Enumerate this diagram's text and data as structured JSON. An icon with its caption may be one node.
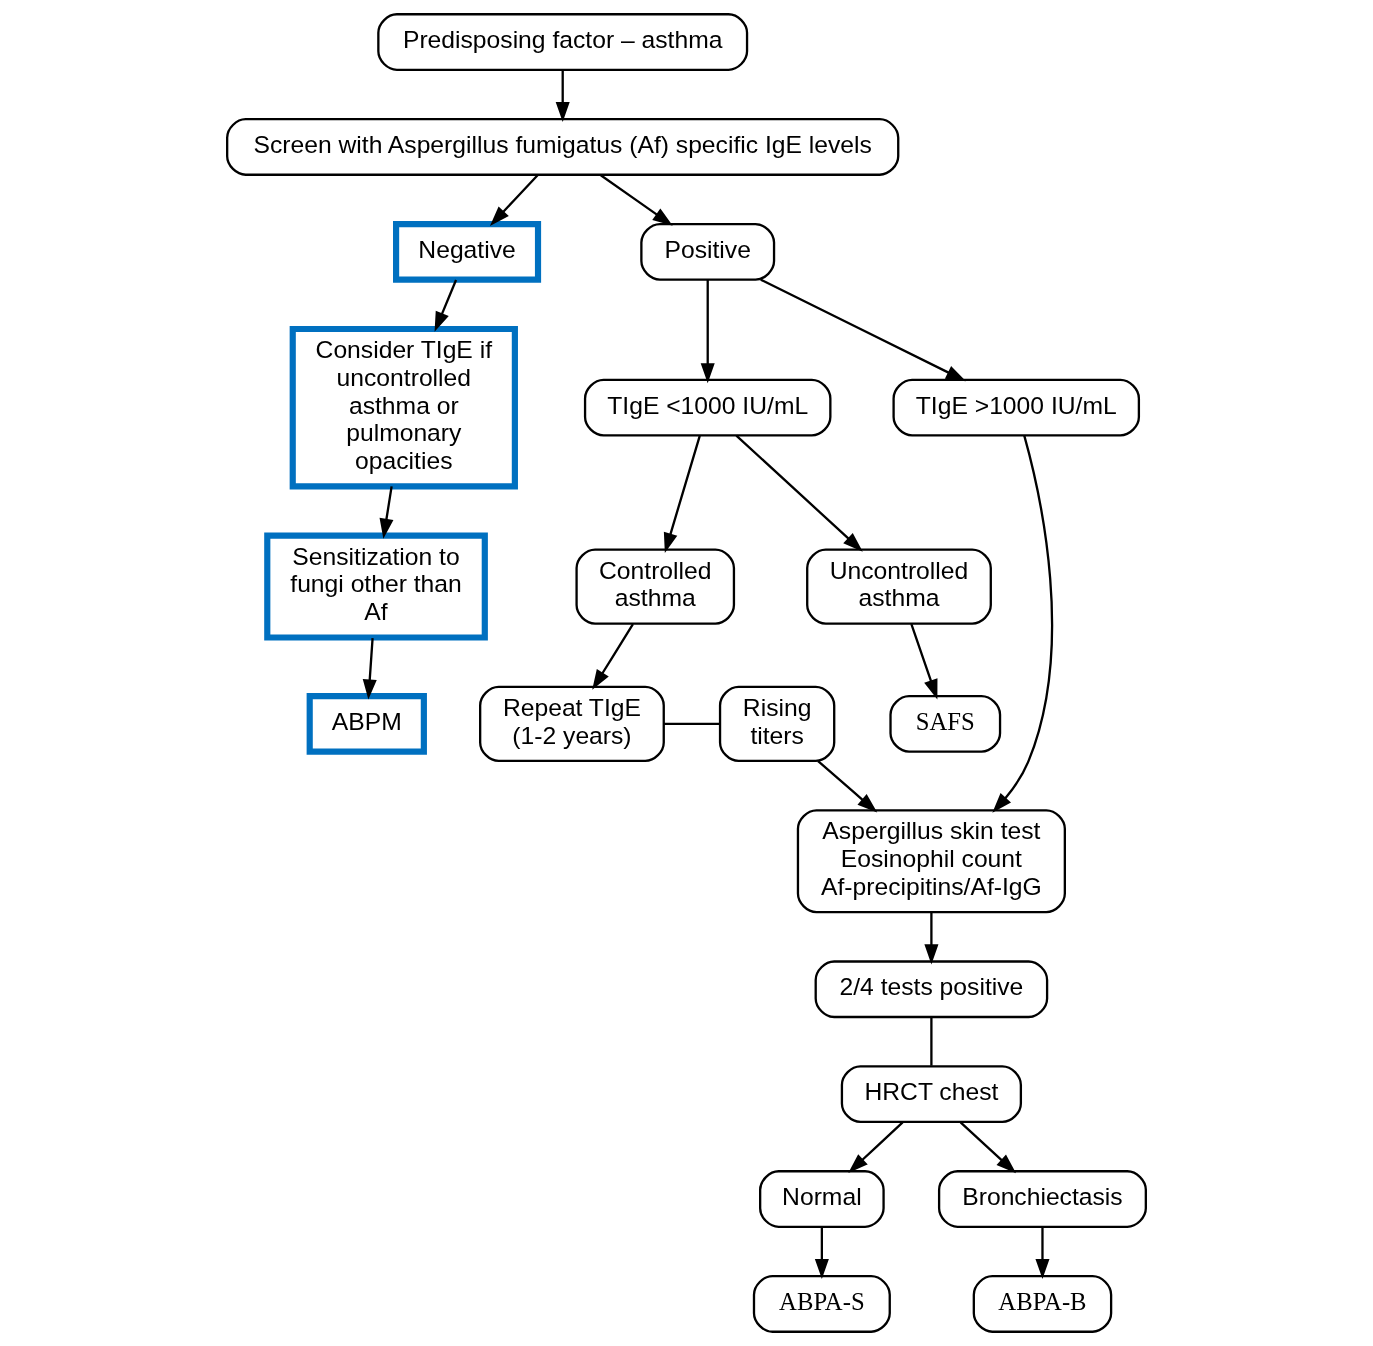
{
  "diagram": {
    "nodes": [
      {
        "text": [
          "Predisposing factor – asthma"
        ]
      },
      {
        "text": [
          "Screen with Aspergillus fumigatus (Af) specific IgE levels"
        ]
      },
      {
        "text": [
          "Negative"
        ]
      },
      {
        "text": [
          "Positive"
        ]
      },
      {
        "text": [
          "Consider TIgE if uncontrolled asthma or pulmonary opacities"
        ]
      },
      {
        "text": [
          "TIgE <1000 IU/mL"
        ]
      },
      {
        "text": [
          "TIgE >1000 IU/mL"
        ]
      },
      {
        "text": [
          "Controlled asthma"
        ]
      },
      {
        "text": [
          "Aspergillus skin test",
          "Eosinophil count",
          "Af-precipitins/Af-IgG"
        ]
      },
      {
        "text": [
          "Sensitization to fungi other than Af"
        ]
      },
      {
        "text": [
          "Repeat TIgE (1-2 years)"
        ]
      },
      {
        "text": [
          "Rising titers"
        ]
      },
      {
        "text": [
          "2/4 tests positive"
        ]
      },
      {
        "text": [
          "Uncontrolled asthma"
        ]
      },
      {
        "text": [
          "HRCT chest"
        ]
      },
      {
        "text": [
          "ABPM"
        ]
      },
      {
        "text": [
          "Normal"
        ]
      },
      {
        "text": [
          "Bronchiectasis"
        ]
      },
      {
        "text": [
          "SAFS"
        ]
      },
      {
        "text": [
          "ABPA-S"
        ]
      },
      {
        "text": [
          "ABPA-B"
        ]
      }
    ],
    "edges": [
      {
        "from": 0,
        "to": 1,
        "arrow": "to"
      },
      {
        "from": 1,
        "to": 2,
        "arrow": "to"
      },
      {
        "from": 1,
        "to": 3,
        "arrow": "to"
      },
      {
        "from": 2,
        "to": 4,
        "arrow": "to"
      },
      {
        "from": 4,
        "to": 9,
        "arrow": "to"
      },
      {
        "from": 9,
        "to": 15,
        "arrow": "to"
      },
      {
        "from": 3,
        "to": 5,
        "arrow": "to"
      },
      {
        "from": 3,
        "to": 6,
        "arrow": "to"
      },
      {
        "from": 5,
        "to": 7,
        "arrow": "to"
      },
      {
        "from": 5,
        "to": 13,
        "arrow": "to"
      },
      {
        "from": 7,
        "to": 10,
        "arrow": "to"
      },
      {
        "from": 10,
        "to": 11,
        "arrow": "none"
      },
      {
        "from": 11,
        "to": 8,
        "arrow": "to"
      },
      {
        "from": 6,
        "to": 8,
        "arrow": "to"
      },
      {
        "from": 8,
        "to": 12,
        "arrow": "to"
      },
      {
        "from": 12,
        "to": 14,
        "arrow": "none"
      },
      {
        "from": 14,
        "to": 16,
        "arrow": "to"
      },
      {
        "from": 14,
        "to": 17,
        "arrow": "to"
      },
      {
        "from": 13,
        "to": 18,
        "arrow": "to"
      },
      {
        "from": 16,
        "to": 19,
        "arrow": "to"
      },
      {
        "from": 17,
        "to": 20,
        "arrow": "to"
      }
    ]
  }
}
